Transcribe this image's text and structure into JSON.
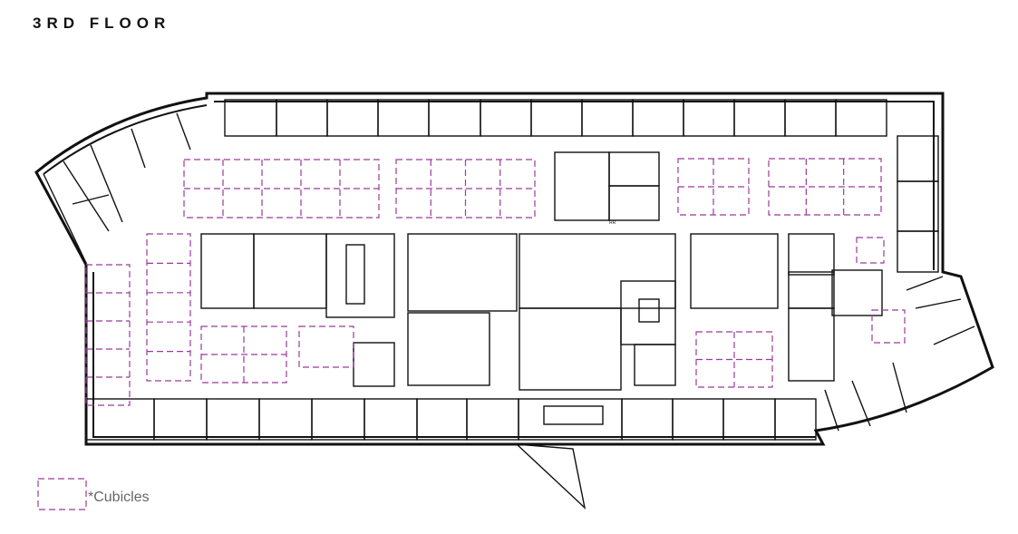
{
  "title": "3RD FLOOR",
  "legend": {
    "label": "*Cubicles",
    "swatch": "dashed-box"
  },
  "colors": {
    "wall": "#111111",
    "cubicle": "#9b3b9b",
    "legend_text": "#666666"
  },
  "labels": {
    "room_tag": "RR"
  }
}
